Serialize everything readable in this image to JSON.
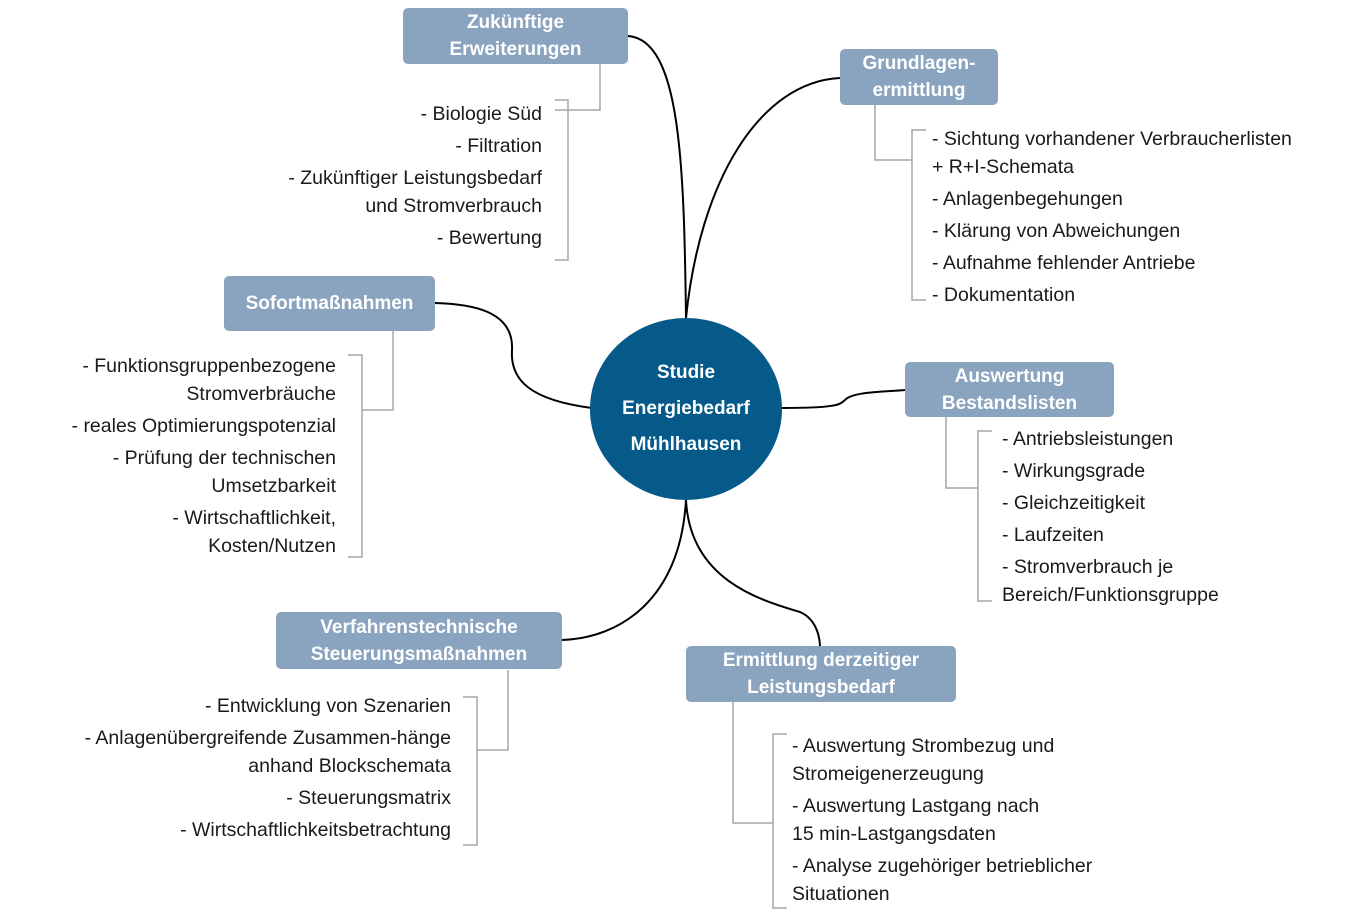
{
  "center": {
    "lines": [
      "Studie",
      "Energiebedarf",
      "Mühlhausen"
    ]
  },
  "nodes": {
    "zukuenftige": {
      "title": [
        "Zukünftige",
        "Erweiterungen"
      ],
      "items": [
        [
          "- Biologie Süd"
        ],
        [
          "- Filtration"
        ],
        [
          "- Zukünftiger Leistungsbedarf",
          "und Stromverbrauch"
        ],
        [
          "- Bewertung"
        ]
      ]
    },
    "grundlagen": {
      "title": [
        "Grundlagen-",
        "ermittlung"
      ],
      "items": [
        [
          "- Sichtung vorhandener Verbraucherlisten",
          "+ R+I-Schemata"
        ],
        [
          "- Anlagenbegehungen"
        ],
        [
          "- Klärung von Abweichungen"
        ],
        [
          "- Aufnahme fehlender Antriebe"
        ],
        [
          "- Dokumentation"
        ]
      ]
    },
    "sofort": {
      "title": [
        "Sofortmaßnahmen"
      ],
      "items": [
        [
          "- Funktionsgruppenbezogene",
          "Stromverbräuche"
        ],
        [
          "- reales Optimierungspotenzial"
        ],
        [
          "- Prüfung der technischen",
          "Umsetzbarkeit"
        ],
        [
          "- Wirtschaftlichkeit,",
          "Kosten/Nutzen"
        ]
      ]
    },
    "auswertung": {
      "title": [
        "Auswertung",
        "Bestandslisten"
      ],
      "items": [
        [
          "- Antriebsleistungen"
        ],
        [
          "- Wirkungsgrade"
        ],
        [
          "- Gleichzeitigkeit"
        ],
        [
          "- Laufzeiten"
        ],
        [
          "- Stromverbrauch je",
          "Bereich/Funktionsgruppe"
        ]
      ]
    },
    "verfahren": {
      "title": [
        "Verfahrenstechnische",
        "Steuerungsmaßnahmen"
      ],
      "items": [
        [
          "- Entwicklung von Szenarien"
        ],
        [
          "- Anlagenübergreifende Zusammen-hänge",
          "anhand Blockschemata"
        ],
        [
          "- Steuerungsmatrix"
        ],
        [
          "- Wirtschaftlichkeitsbetrachtung"
        ]
      ]
    },
    "ermittlung": {
      "title": [
        "Ermittlung derzeitiger",
        "Leistungsbedarf"
      ],
      "items": [
        [
          "- Auswertung Strombezug und",
          "Stromeigenerzeugung"
        ],
        [
          "- Auswertung Lastgang nach",
          "15 min-Lastgangsdaten"
        ],
        [
          "- Analyse zugehöriger betrieblicher",
          "Situationen"
        ]
      ]
    }
  }
}
